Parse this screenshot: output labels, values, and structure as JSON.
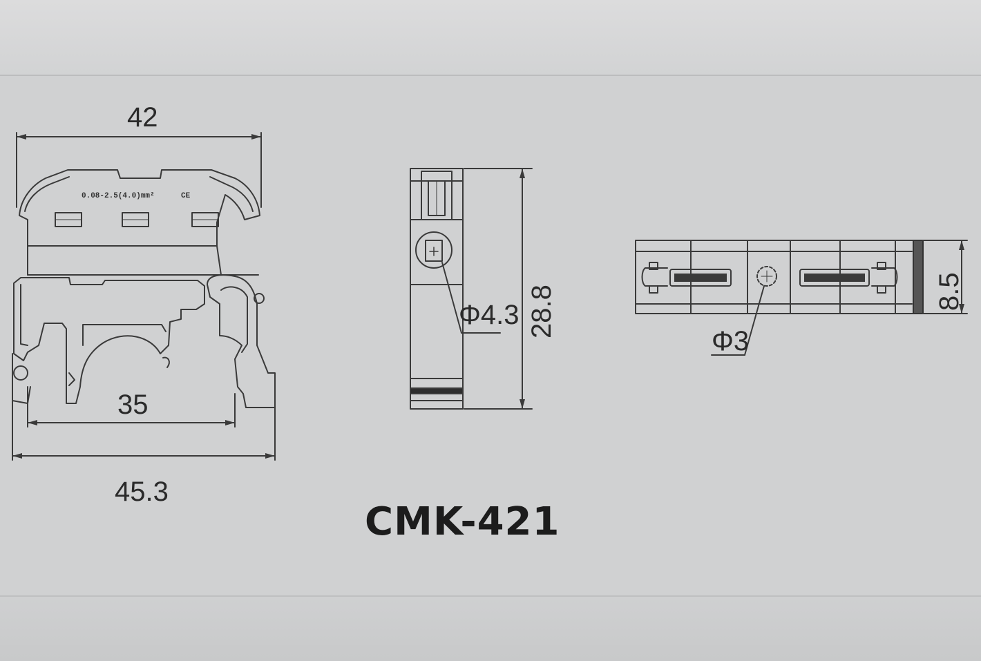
{
  "model": "CMK-421",
  "front_view": {
    "width_top": "42",
    "rail_width": "35",
    "width_bottom": "45.3",
    "rating_text": "0.08-2.5(4.0)mm²",
    "cert_mark": "CE"
  },
  "side_view": {
    "hole_diameter": "Φ4.3",
    "height": "28.8"
  },
  "top_view": {
    "hole_diameter": "Φ3",
    "thickness": "8.5"
  }
}
